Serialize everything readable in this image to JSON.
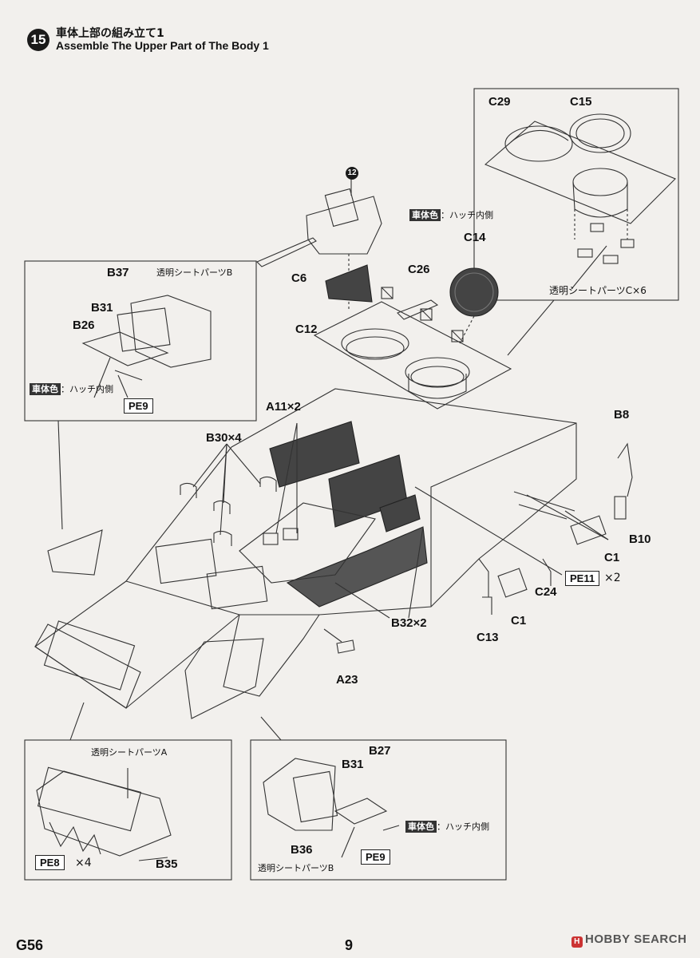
{
  "step": {
    "number": "15",
    "title_jp": "車体上部の組み立て1",
    "title_en": "Assemble The Upper Part of The Body 1",
    "ref_step": "12"
  },
  "labels": {
    "C29": "C29",
    "C15": "C15",
    "C14": "C14",
    "C26": "C26",
    "C6": "C6",
    "C12": "C12",
    "B37": "B37",
    "B31": "B31",
    "B26": "B26",
    "A11": "A11×2",
    "B30": "B30×4",
    "B8": "B8",
    "B10": "B10",
    "C1a": "C1",
    "C1b": "C1",
    "C24": "C24",
    "C13": "C13",
    "B32": "B32×2",
    "A23": "A23",
    "B27": "B27",
    "B31b": "B31",
    "B36": "B36",
    "B35": "B35"
  },
  "notes": {
    "clear_sheet_b": "透明シートパーツB",
    "clear_sheet_c": "透明シートパーツC×6",
    "clear_sheet_a": "透明シートパーツA",
    "clear_sheet_b2": "透明シートパーツB",
    "paint_color": "車体色",
    "paint_where": "：ハッチ内側"
  },
  "photo_etch": {
    "pe9_top": "PE9",
    "pe11": "PE11",
    "pe11_mult": "×2",
    "pe8": "PE8",
    "pe8_mult": "×4",
    "pe9_bottom": "PE9"
  },
  "footer": {
    "code": "G56",
    "page": "9",
    "watermark": "HOBBY SEARCH",
    "watermark_icon": "H"
  }
}
